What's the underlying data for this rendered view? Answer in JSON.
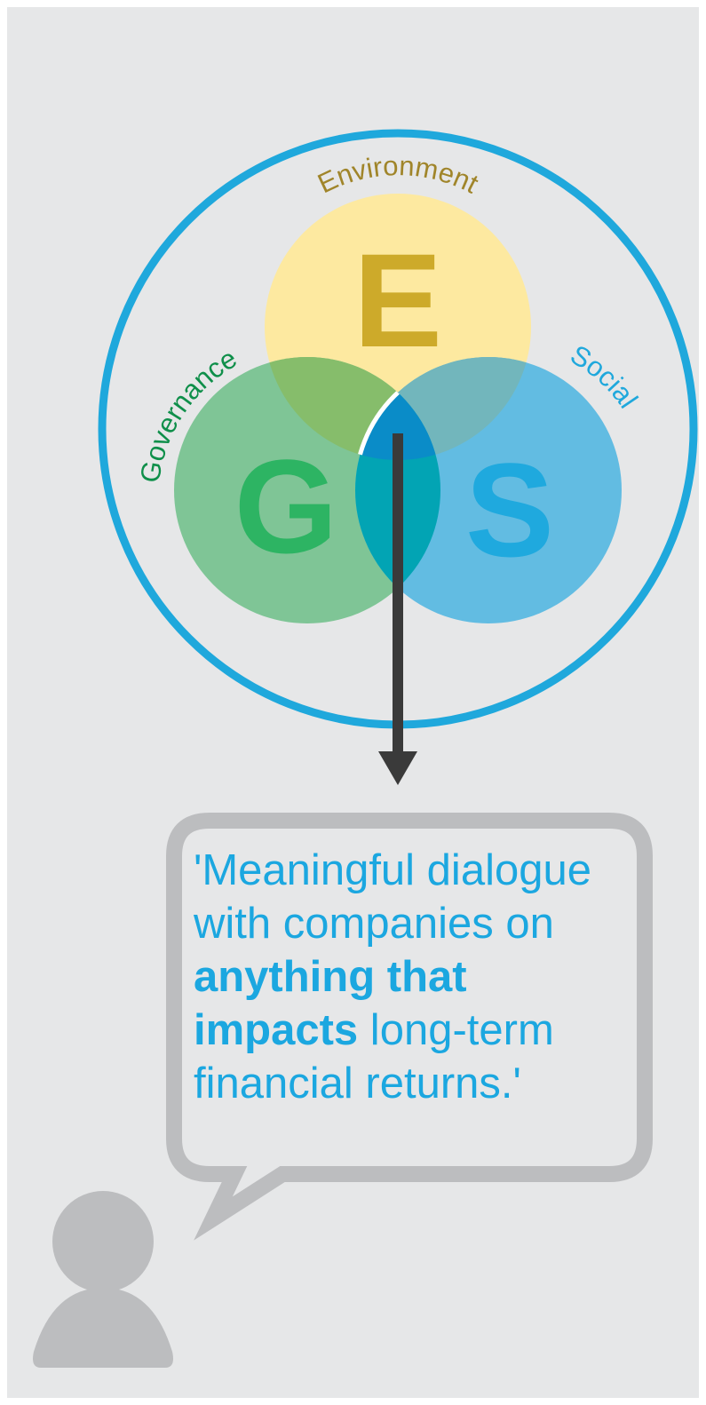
{
  "diagram": {
    "labels": {
      "environment": "Environment",
      "social": "Social",
      "governance": "Governance"
    },
    "letters": {
      "e": "E",
      "g": "G",
      "s": "S"
    }
  },
  "quote": {
    "line1": "'Meaningful dialogue",
    "line2": "with companies on",
    "line3_bold": "anything that",
    "line4_bold": "impacts",
    "line4_rest": " long-term",
    "line5": "financial returns.'"
  },
  "colors": {
    "background": "#e6e7e8",
    "outer_ring": "#1fa8dc",
    "environment_fill": "#fde9a0",
    "environment_letter": "#cdaa2a",
    "environment_label": "#a0852a",
    "governance_fill": "#7fc596",
    "governance_letter": "#2db463",
    "governance_label": "#0f8f4a",
    "social_fill": "#62bce2",
    "social_letter": "#1fa9de",
    "social_label": "#1fa8dc",
    "center": "#0a8cc8",
    "arrow": "#3a3a3a",
    "bubble_border": "#bcbdbf",
    "person": "#bcbdbf",
    "quote_text": "#1ba7e0"
  }
}
